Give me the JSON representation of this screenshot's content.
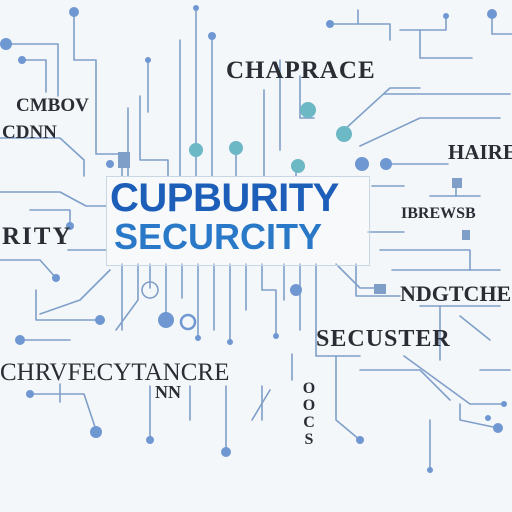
{
  "labels": {
    "chaprace": "CHAPRACE",
    "cmbov": "CMBOV",
    "cdnn": "CDNN",
    "haire": "HAIRE",
    "rity": "RITY",
    "ibrewsb": "IBREWSB",
    "ndgtch": "NDGTCHE",
    "secuster": "SECUSTER",
    "chrvfec": "CHRVFECYTANCRE",
    "nn": "NN",
    "vert": "OOCS",
    "cuprity": "CUPBURITY",
    "security": "SECURCITY"
  },
  "colors": {
    "line": "#7f9fc9",
    "node": "#6f97d1",
    "node_teal": "#6cb8c4",
    "title_dark": "#1d5fb8",
    "title_light": "#2a79c8",
    "text": "#2a2d33"
  }
}
